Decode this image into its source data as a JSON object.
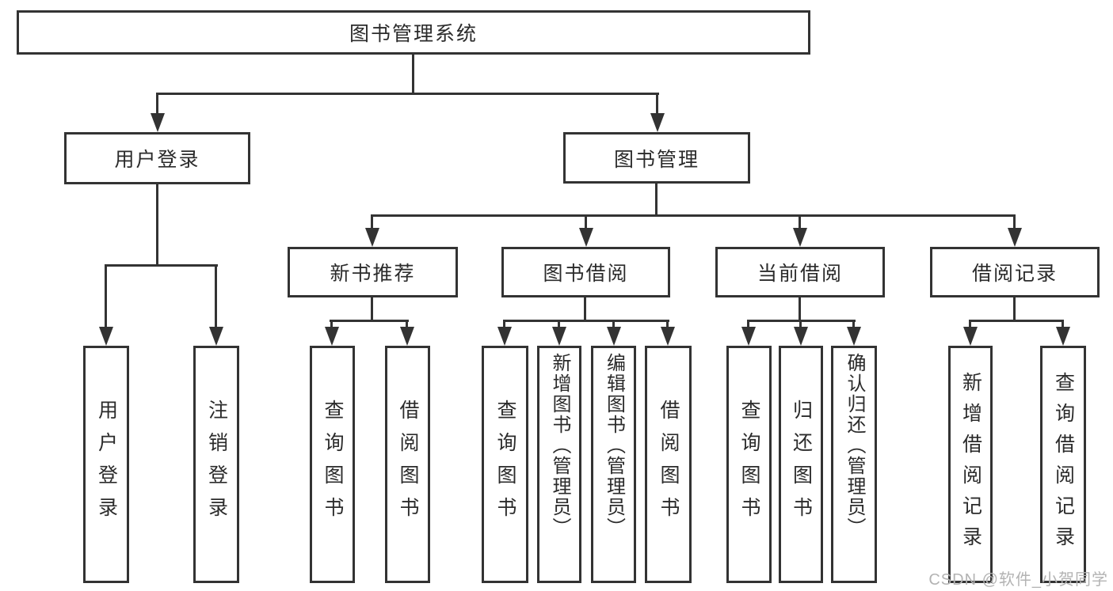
{
  "diagram_type": "hierarchy-tree",
  "colors": {
    "line": "#333333",
    "text": "#2b2b2b",
    "background": "#ffffff",
    "watermark_text": "#b3b3b3"
  },
  "watermark": "CSDN @软件_小贺同学",
  "tree": {
    "label": "图书管理系统",
    "children": [
      {
        "label": "用户登录",
        "children": [
          {
            "label": "用户登录"
          },
          {
            "label": "注销登录"
          }
        ]
      },
      {
        "label": "图书管理",
        "children": [
          {
            "label": "新书推荐",
            "children": [
              {
                "label": "查询图书"
              },
              {
                "label": "借阅图书"
              }
            ]
          },
          {
            "label": "图书借阅",
            "children": [
              {
                "label": "查询图书"
              },
              {
                "label": "新增图书（管理员）"
              },
              {
                "label": "编辑图书（管理员）"
              },
              {
                "label": "借阅图书"
              }
            ]
          },
          {
            "label": "当前借阅",
            "children": [
              {
                "label": "查询图书"
              },
              {
                "label": "归还图书"
              },
              {
                "label": "确认归还（管理员）"
              }
            ]
          },
          {
            "label": "借阅记录",
            "children": [
              {
                "label": "新增借阅记录"
              },
              {
                "label": "查询借阅记录"
              }
            ]
          }
        ]
      }
    ]
  }
}
